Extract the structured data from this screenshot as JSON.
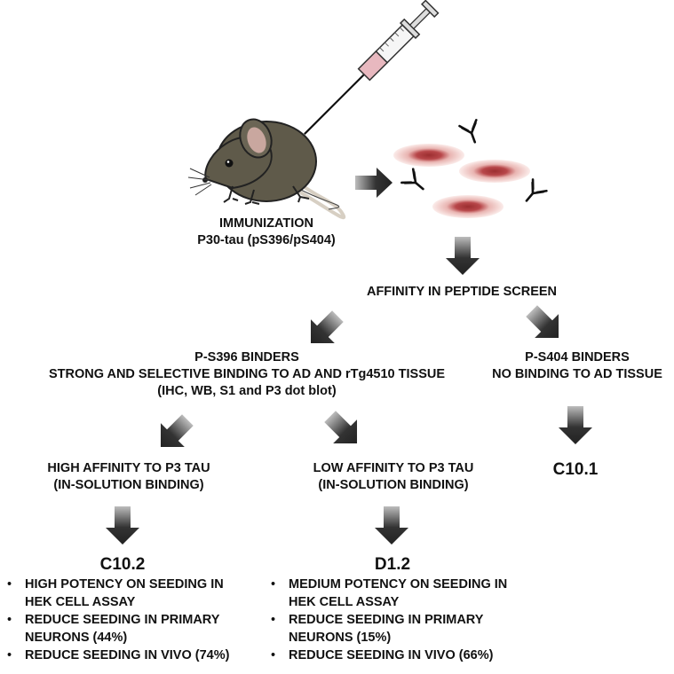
{
  "immunization": {
    "title": "IMMUNIZATION",
    "antigen": "P30-tau (pS396/pS404)"
  },
  "screen": {
    "label": "AFFINITY IN PEPTIDE SCREEN"
  },
  "ps396": {
    "title": "P-S396 BINDERS",
    "line2": "STRONG AND SELECTIVE BINDING TO AD AND rTg4510 TISSUE",
    "line3": "(IHC, WB, S1 and P3 dot blot)"
  },
  "ps404": {
    "title": "P-S404 BINDERS",
    "line2": "NO BINDING TO AD TISSUE",
    "clone": "C10.1"
  },
  "high": {
    "title": "HIGH AFFINITY TO P3 TAU",
    "subtitle": "(IN-SOLUTION BINDING)",
    "clone": "C10.2",
    "bullets": [
      "HIGH POTENCY ON SEEDING IN HEK CELL ASSAY",
      "REDUCE SEEDING IN PRIMARY NEURONS (44%)",
      "REDUCE SEEDING IN VIVO (74%)"
    ]
  },
  "low": {
    "title": "LOW AFFINITY TO P3 TAU",
    "subtitle": "(IN-SOLUTION  BINDING)",
    "clone": "D1.2",
    "bullets": [
      "MEDIUM POTENCY ON SEEDING IN HEK CELL ASSAY",
      "REDUCE SEEDING IN PRIMARY NEURONS (15%)",
      "REDUCE SEEDING IN VIVO (66%)"
    ]
  },
  "colors": {
    "arrow": "#2b2b2b",
    "mouse": "#5f5a4a",
    "dish": "#b8474a",
    "syringe": "#e8b8bf"
  },
  "icons": [
    "syringe-icon",
    "mouse-icon",
    "antibody-icon",
    "cell-dish-icon",
    "arrow-icon"
  ]
}
